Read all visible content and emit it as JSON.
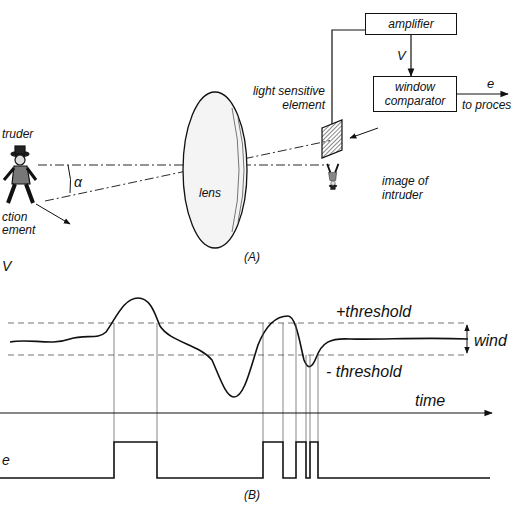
{
  "diagram": {
    "nodes": [
      {
        "text": [
          "amplifier"
        ]
      },
      {
        "text": [
          "window comparator"
        ]
      }
    ],
    "edges": [
      {
        "from": 0,
        "to": 1,
        "label": "V",
        "arrow": "to"
      }
    ],
    "labels": [
      "truder",
      "ction",
      "ement",
      "α",
      "lens",
      "light sensitive element",
      "image of intruder",
      "e",
      "to proces",
      "(A)",
      "V",
      "+threshold",
      "- threshold",
      "wind",
      "time",
      "e",
      "(B)"
    ]
  }
}
